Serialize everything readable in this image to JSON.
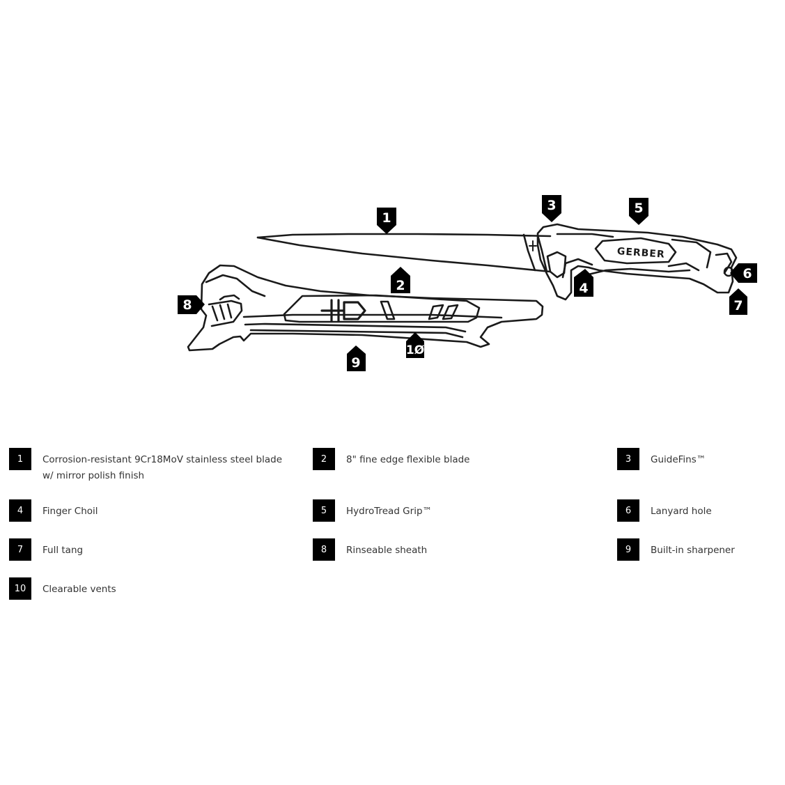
{
  "diagram": {
    "brand": "GERBER",
    "callouts": [
      "1",
      "2",
      "3",
      "4",
      "5",
      "6",
      "7",
      "8",
      "9",
      "1Ø"
    ]
  },
  "legend": [
    {
      "num": "1",
      "text": "Corrosion-resistant 9Cr18MoV stainless steel blade w/ mirror polish finish"
    },
    {
      "num": "2",
      "text": "8\" fine edge flexible blade"
    },
    {
      "num": "3",
      "text": "GuideFins™"
    },
    {
      "num": "4",
      "text": "Finger Choil"
    },
    {
      "num": "5",
      "text": "HydroTread Grip™"
    },
    {
      "num": "6",
      "text": "Lanyard hole"
    },
    {
      "num": "7",
      "text": "Full tang"
    },
    {
      "num": "8",
      "text": "Rinseable sheath"
    },
    {
      "num": "9",
      "text": "Built-in sharpener"
    },
    {
      "num": "10",
      "text": "Clearable vents"
    }
  ],
  "colors": {
    "ink": "#1a1a1a",
    "badge": "#000000",
    "badge_text": "#ffffff",
    "legend_text": "#333333"
  }
}
